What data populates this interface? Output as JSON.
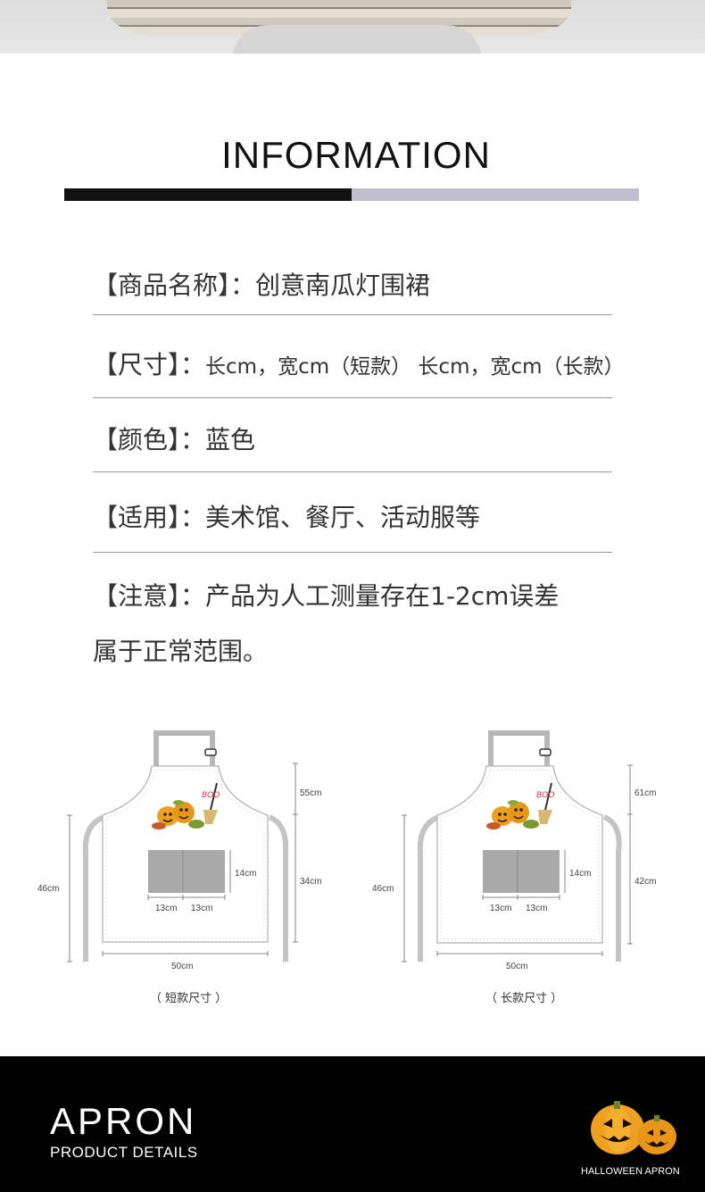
{
  "header": {
    "title": "INFORMATION"
  },
  "rows": [
    {
      "label": "【商品名称】：",
      "value": "创意南瓜灯围裙"
    },
    {
      "label": "【尺寸】：",
      "value": "长cm，宽cm（短款） 长cm，宽cm（长款）"
    },
    {
      "label": "【颜色】：",
      "value": "蓝色"
    },
    {
      "label": "【适用】：",
      "value": "美术馆、餐厅、活动服等"
    },
    {
      "label": "【注意】：",
      "value": "产品为人工测量存在1-2cm误差",
      "value2": "属于正常范围。"
    }
  ],
  "aprons": [
    {
      "caption": "（ 短款尺寸 ）",
      "dims": {
        "top": "55cm",
        "bottom": "34cm",
        "total": "46cm",
        "width": "50cm",
        "pocket_h": "14cm",
        "pocket_w1": "13cm",
        "pocket_w2": "13cm"
      },
      "print_text": "BOO"
    },
    {
      "caption": "（ 长款尺寸 ）",
      "dims": {
        "top": "61cm",
        "bottom": "42cm",
        "total": "46cm",
        "width": "50cm",
        "pocket_h": "14cm",
        "pocket_w1": "13cm",
        "pocket_w2": "13cm"
      },
      "print_text": "BOO"
    }
  ],
  "footer": {
    "title": "APRON",
    "subtitle": "PRODUCT DETAILS",
    "right_label": "HALLOWEEN APRON",
    "logo_icon": "jack-o-lantern-icon"
  },
  "colors": {
    "dark_bar": "#111111",
    "light_bar": "#bfbfcf",
    "strap": "#b7b7b7",
    "pumpkin": "#f0a020",
    "footer_bg": "#000000"
  }
}
